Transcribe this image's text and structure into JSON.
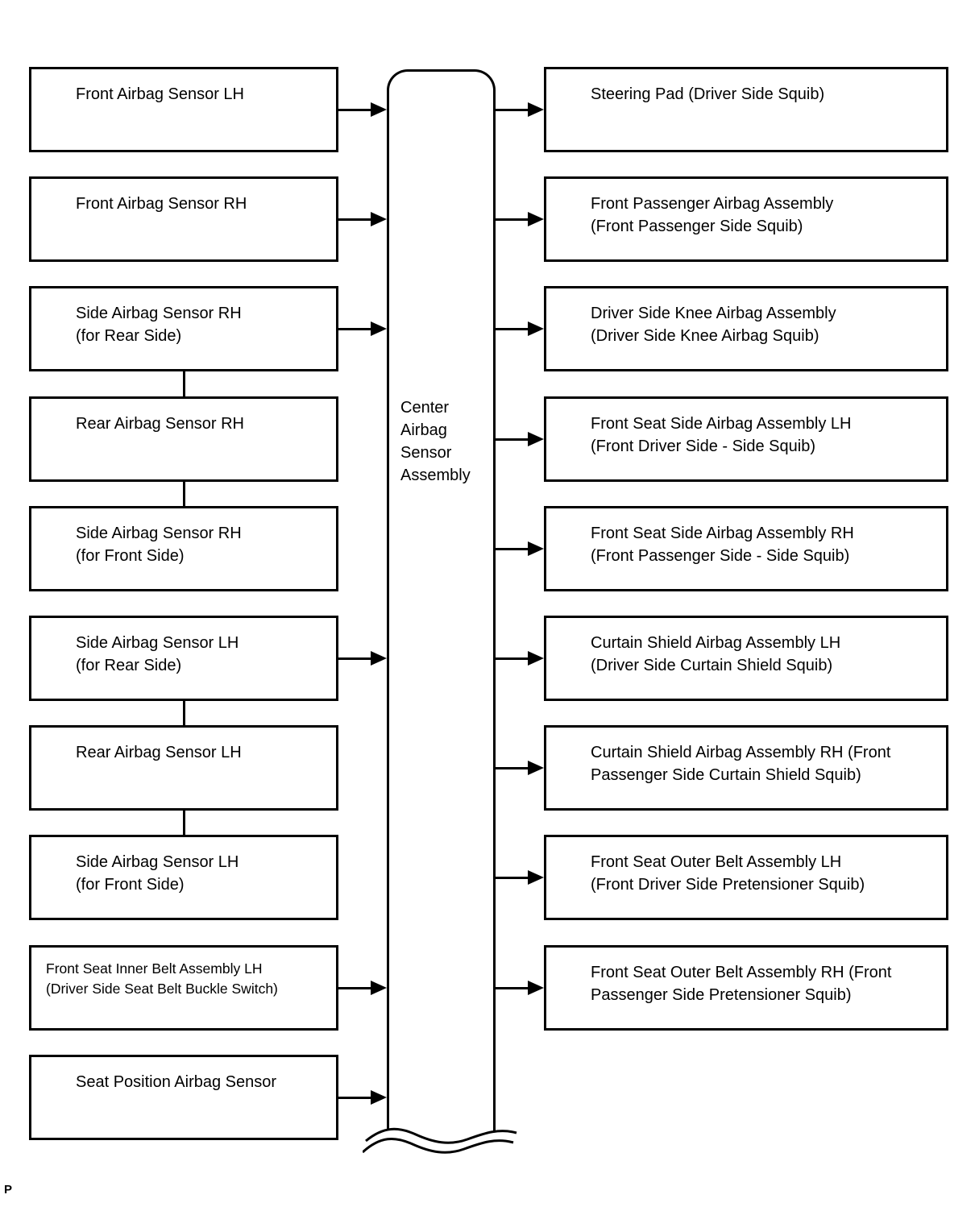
{
  "page": {
    "background": "#ffffff",
    "line_color": "#000000",
    "footer_mark": "P"
  },
  "diagram": {
    "center_assembly": {
      "label_lines": [
        "Center",
        "Airbag",
        "Sensor",
        "Assembly"
      ],
      "has_break_wave_at_bottom": true
    },
    "left_boxes": [
      {
        "row": 0,
        "lines": [
          "Front Airbag Sensor LH"
        ],
        "arrow_to_center": true,
        "connected_to_next": false
      },
      {
        "row": 1,
        "lines": [
          "Front Airbag Sensor RH"
        ],
        "arrow_to_center": true,
        "connected_to_next": false
      },
      {
        "row": 2,
        "lines": [
          "Side Airbag Sensor RH",
          "(for Rear Side)"
        ],
        "arrow_to_center": true,
        "connected_to_next": true
      },
      {
        "row": 3,
        "lines": [
          "Rear Airbag Sensor RH"
        ],
        "arrow_to_center": false,
        "connected_to_next": true
      },
      {
        "row": 4,
        "lines": [
          "Side Airbag Sensor RH",
          "(for Front Side)"
        ],
        "arrow_to_center": false,
        "connected_to_next": false
      },
      {
        "row": 5,
        "lines": [
          "Side Airbag Sensor LH",
          "(for Rear Side)"
        ],
        "arrow_to_center": true,
        "connected_to_next": true
      },
      {
        "row": 6,
        "lines": [
          "Rear Airbag Sensor LH"
        ],
        "arrow_to_center": false,
        "connected_to_next": true
      },
      {
        "row": 7,
        "lines": [
          "Side Airbag Sensor LH",
          "(for Front Side)"
        ],
        "arrow_to_center": false,
        "connected_to_next": false
      },
      {
        "row": 8,
        "lines": [
          "Front Seat Inner Belt Assembly LH",
          "(Driver Side Seat Belt Buckle Switch)"
        ],
        "arrow_to_center": true,
        "connected_to_next": false,
        "small": true
      },
      {
        "row": 9,
        "lines": [
          "Seat Position Airbag Sensor"
        ],
        "arrow_to_center": true,
        "connected_to_next": false
      }
    ],
    "right_boxes": [
      {
        "row": 0,
        "lines": [
          "Steering Pad (Driver Side Squib)"
        ]
      },
      {
        "row": 1,
        "lines": [
          "Front Passenger Airbag Assembly",
          "(Front Passenger Side Squib)"
        ]
      },
      {
        "row": 2,
        "lines": [
          "Driver Side Knee Airbag Assembly",
          "(Driver Side Knee Airbag Squib)"
        ]
      },
      {
        "row": 3,
        "lines": [
          "Front Seat Side Airbag Assembly LH",
          "(Front Driver Side - Side Squib)"
        ]
      },
      {
        "row": 4,
        "lines": [
          "Front Seat Side Airbag Assembly RH",
          "(Front Passenger Side - Side Squib)"
        ]
      },
      {
        "row": 5,
        "lines": [
          "Curtain Shield Airbag Assembly LH",
          "(Driver Side Curtain Shield Squib)"
        ]
      },
      {
        "row": 6,
        "lines": [
          "Curtain Shield Airbag Assembly RH (Front",
          "Passenger Side Curtain Shield Squib)"
        ]
      },
      {
        "row": 7,
        "lines": [
          "Front Seat Outer Belt Assembly LH",
          "(Front Driver Side Pretensioner Squib)"
        ]
      },
      {
        "row": 8,
        "lines": [
          "Front Seat Outer Belt Assembly RH (Front",
          "Passenger Side Pretensioner Squib)"
        ]
      }
    ]
  }
}
